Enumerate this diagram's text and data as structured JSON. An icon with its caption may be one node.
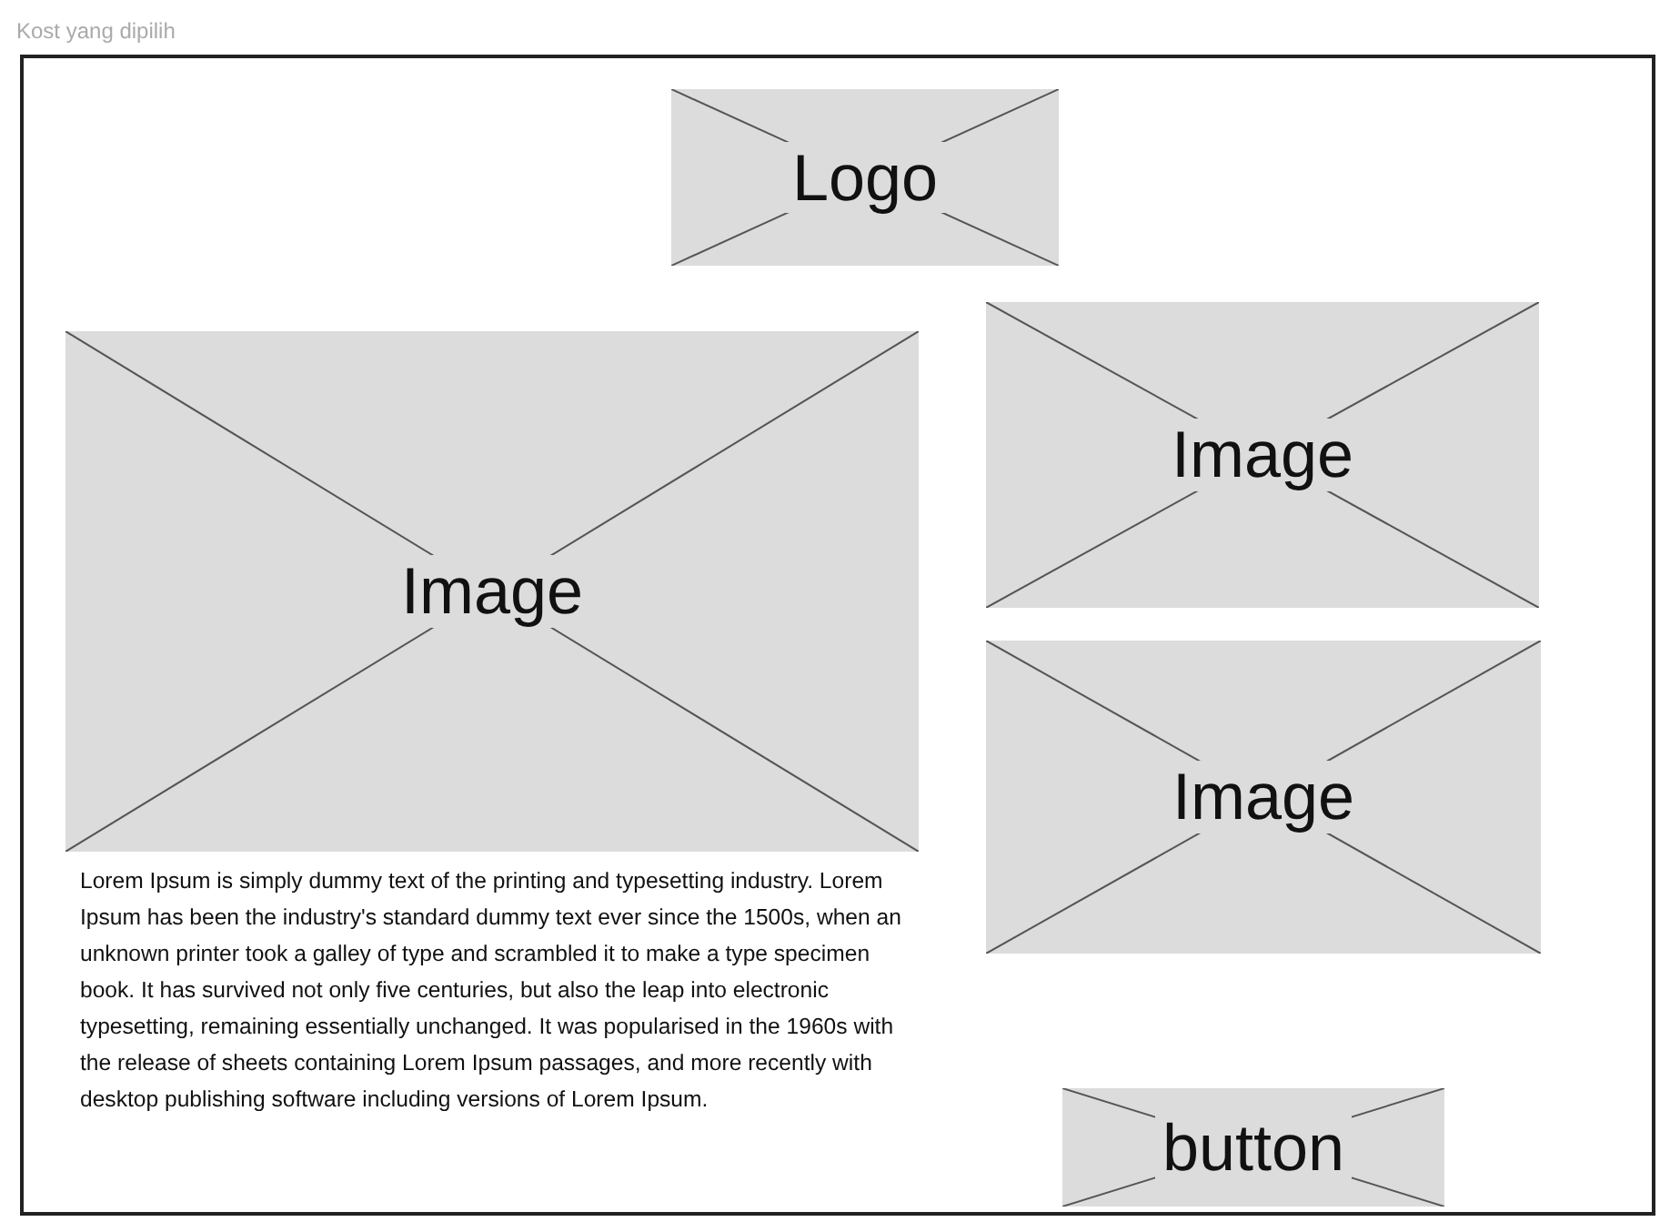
{
  "diagram": {
    "nodes": [
      {
        "text": [
          "Kost yang dipilih"
        ]
      },
      {
        "text": [
          "Logo"
        ],
        "in": 0
      },
      {
        "text": [
          "Image"
        ],
        "in": 0
      },
      {
        "text": [
          "Image"
        ],
        "in": 0
      },
      {
        "text": [
          "Image"
        ],
        "in": 0
      },
      {
        "text": [
          "button"
        ],
        "in": 0
      }
    ],
    "edges": [],
    "labels": [
      "Lorem Ipsum is simply dummy text of the printing and typesetting industry. Lorem Ipsum has been the industry's standard dummy text ever since the 1500s, when an unknown printer took a galley of type and scrambled it to make a type specimen book. It has survived not only five centuries, but also the leap into electronic typesetting, remaining essentially unchanged. It was popularised in the 1960s with the release of sheets containing Lorem Ipsum passages, and more recently with desktop publishing software including versions of Lorem Ipsum."
    ]
  }
}
